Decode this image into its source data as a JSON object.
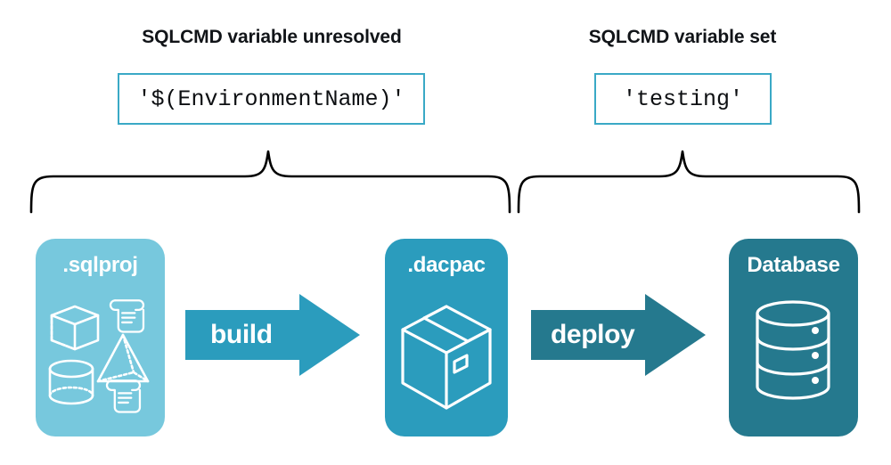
{
  "diagram": {
    "title_left": "SQLCMD variable unresolved",
    "title_right": "SQLCMD variable set",
    "values": {
      "unresolved": "'$(EnvironmentName)'",
      "resolved": "'testing'"
    },
    "stages": [
      {
        "id": "sqlproj",
        "label": ".sqlproj",
        "fill": "#77c8dd",
        "icons": [
          "cube-icon",
          "scroll-icon",
          "pyramid-icon",
          "cylinder-icon",
          "scroll-icon"
        ]
      },
      {
        "id": "dacpac",
        "label": ".dacpac",
        "fill": "#2b9cbd",
        "icons": [
          "package-box-icon"
        ]
      },
      {
        "id": "database",
        "label": "Database",
        "fill": "#25798e",
        "icons": [
          "database-cylinder-icon"
        ]
      }
    ],
    "arrows": [
      {
        "id": "build",
        "label": "build",
        "fill": "#2b9cbd",
        "from": ".sqlproj",
        "to": ".dacpac"
      },
      {
        "id": "deploy",
        "label": "deploy",
        "fill": "#25798e",
        "from": ".dacpac",
        "to": "Database"
      }
    ],
    "braces": [
      {
        "id": "brace-left",
        "spans": ".sqlproj to .dacpac",
        "points_to": "'$(EnvironmentName)'"
      },
      {
        "id": "brace-right",
        "spans": ".dacpac to Database",
        "points_to": "'testing'"
      }
    ],
    "colors": {
      "light_blue": "#77c8dd",
      "mid_teal": "#2b9cbd",
      "dark_teal": "#25798e",
      "box_border": "#3aa9c6",
      "text_dark": "#111418",
      "brace_stroke": "#000000",
      "background": "#ffffff"
    }
  }
}
